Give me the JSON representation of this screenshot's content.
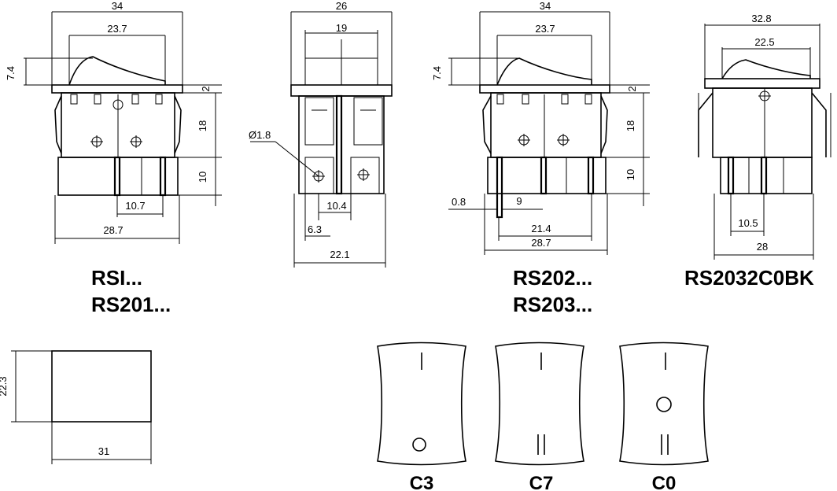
{
  "drawings": {
    "rsi": {
      "width": "34",
      "inner_width": "23.7",
      "height_rocker": "7.4",
      "flange": "2",
      "body_height": "18",
      "terminal_height": "10",
      "terminal_pitch": "10.7",
      "overall_bottom": "28.7",
      "label_line1": "RSI...",
      "label_line2": "RS201..."
    },
    "side": {
      "width": "26",
      "inner_width": "19",
      "hole": "Ø1.8",
      "pitch": "10.4",
      "offset": "6.3",
      "bottom": "22.1"
    },
    "rs202": {
      "width": "34",
      "inner_width": "23.7",
      "height_rocker": "7.4",
      "flange": "2",
      "body_height": "18",
      "terminal_height": "10",
      "thickness": "0.8",
      "spacing": "9",
      "span": "21.4",
      "overall_bottom": "28.7",
      "label_line1": "RS202...",
      "label_line2": "RS203..."
    },
    "rs2032": {
      "width": "32.8",
      "inner_width": "22.5",
      "pitch": "10.5",
      "bottom": "28",
      "label": "RS2032C0BK"
    },
    "cutout": {
      "height": "22.3",
      "width": "31"
    },
    "caps": [
      {
        "label": "C3"
      },
      {
        "label": "C7"
      },
      {
        "label": "C0"
      }
    ]
  }
}
